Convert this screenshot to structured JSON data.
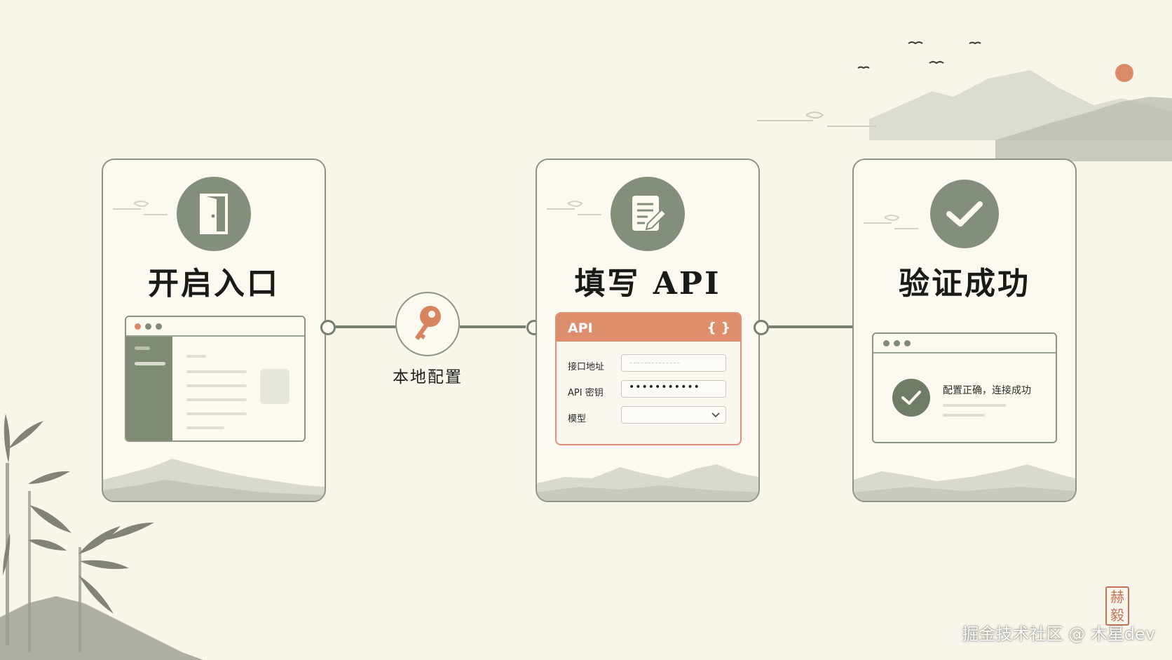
{
  "steps": [
    {
      "title": "开启入口",
      "icon": "door-icon"
    },
    {
      "title": "填写 API",
      "icon": "document-pen-icon"
    },
    {
      "title": "验证成功",
      "icon": "check-icon"
    }
  ],
  "connector": {
    "label": "本地配置",
    "icon": "key-icon"
  },
  "api_form": {
    "header": "API",
    "header_icon": "{ }",
    "fields": [
      {
        "label": "接口地址"
      },
      {
        "label": "API 密钥",
        "value": "•••••••••••"
      },
      {
        "label": "模型"
      }
    ]
  },
  "success_window": {
    "message": "配置正确，连接成功"
  },
  "seal_text": "赫毅",
  "watermark": "掘金技术社区 @ 木星dev",
  "colors": {
    "background": "#f8f5ea",
    "sage": "#848f7b",
    "accent": "#de8e6d",
    "seal": "#c77158"
  }
}
